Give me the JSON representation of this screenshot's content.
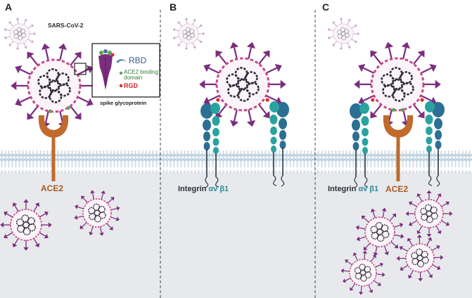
{
  "panels": [
    {
      "letter": "A"
    },
    {
      "letter": "B"
    },
    {
      "letter": "C"
    }
  ],
  "virus_label": "SARS-CoV-2",
  "receptor_label": "ACE2",
  "integrin": {
    "name": "Integrin",
    "subunits": "αv β1"
  },
  "inset": {
    "rbd": "RBD",
    "binding_domain": "ACE2 binding domain",
    "rgd": "RGD",
    "caption": "spike glycoprotein"
  },
  "colors": {
    "spike": "#7b2d7e",
    "spike_pale": "#c9a3c9",
    "capsid_outline": "#c44a8a",
    "rna": "#2c2c3a",
    "membrane_fill": "#d6e6f0",
    "cytoplasm": "#e8e9ec",
    "ace2": "#c06a2c",
    "integrin_alpha": "#2c6f94",
    "integrin_beta": "#2aa3a0",
    "rgd": "#e02a2a",
    "binding_domain": "#5aa64f"
  }
}
